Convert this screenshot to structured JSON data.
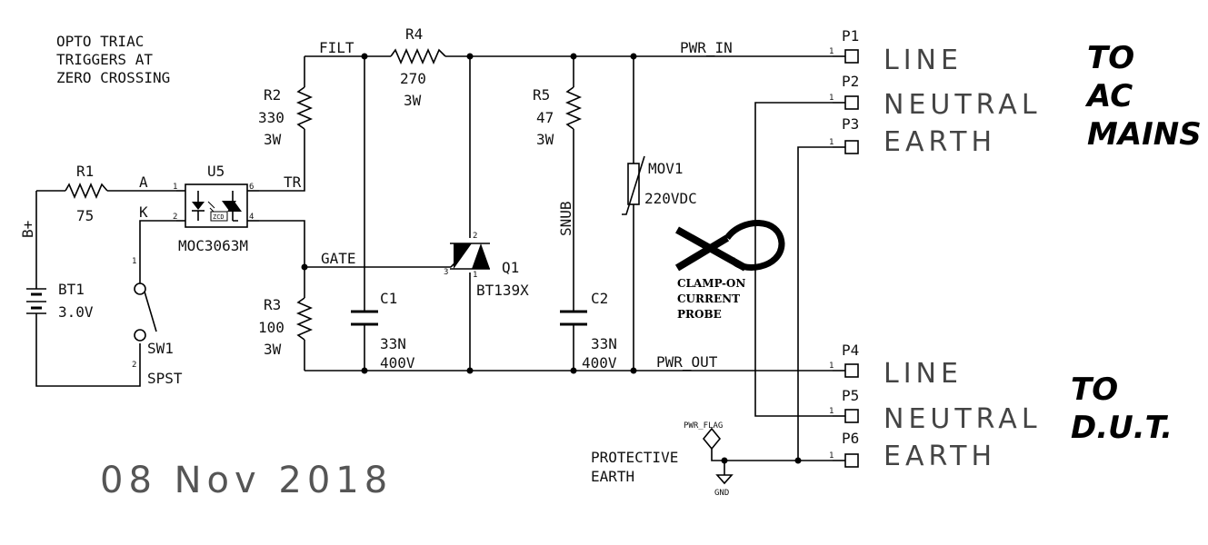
{
  "note": [
    "OPTO TRIAC",
    "TRIGGERS AT",
    "ZERO CROSSING"
  ],
  "components": {
    "r1": {
      "ref": "R1",
      "value": "75"
    },
    "r2": {
      "ref": "R2",
      "value": "330",
      "power": "3W"
    },
    "r3": {
      "ref": "R3",
      "value": "100",
      "power": "3W"
    },
    "r4": {
      "ref": "R4",
      "value": "270",
      "power": "3W"
    },
    "r5": {
      "ref": "R5",
      "value": "47",
      "power": "3W"
    },
    "u5": {
      "ref": "U5",
      "value": "MOC3063M",
      "zcd": "ZCD"
    },
    "q1": {
      "ref": "Q1",
      "value": "BT139X"
    },
    "c1": {
      "ref": "C1",
      "value": "33N",
      "voltage": "400V"
    },
    "c2": {
      "ref": "C2",
      "value": "33N",
      "voltage": "400V"
    },
    "mov1": {
      "ref": "MOV1",
      "value": "220VDC"
    },
    "bt1": {
      "ref": "BT1",
      "value": "3.0V"
    },
    "sw1": {
      "ref": "SW1",
      "value": "SPST"
    }
  },
  "nets": {
    "filt": "FILT",
    "pwr_in": "PWR_IN",
    "pwr_out": "PWR_OUT",
    "gate": "GATE",
    "snub": "SNUB",
    "a": "A",
    "k": "K",
    "tr": "TR",
    "bplus": "B+",
    "pwr_flag": "PWR_FLAG",
    "gnd": "GND"
  },
  "pins": {
    "p1": "1",
    "p6": "6",
    "p2": "2",
    "p4": "4",
    "q2": "2",
    "q1": "1",
    "q3": "3",
    "sw1": "1",
    "sw2": "2",
    "conn": "1"
  },
  "connectors": [
    {
      "ref": "P1",
      "label": "LINE"
    },
    {
      "ref": "P2",
      "label": "NEUTRAL"
    },
    {
      "ref": "P3",
      "label": "EARTH"
    },
    {
      "ref": "P4",
      "label": "LINE"
    },
    {
      "ref": "P5",
      "label": "NEUTRAL"
    },
    {
      "ref": "P6",
      "label": "EARTH"
    }
  ],
  "to_mains": [
    "TO",
    "AC",
    "MAINS"
  ],
  "to_dut": [
    "TO",
    "D.U.T."
  ],
  "probe": [
    "CLAMP-ON",
    "CURRENT",
    "PROBE"
  ],
  "protective_earth": [
    "PROTECTIVE",
    "EARTH"
  ],
  "date": "08 Nov 2018"
}
